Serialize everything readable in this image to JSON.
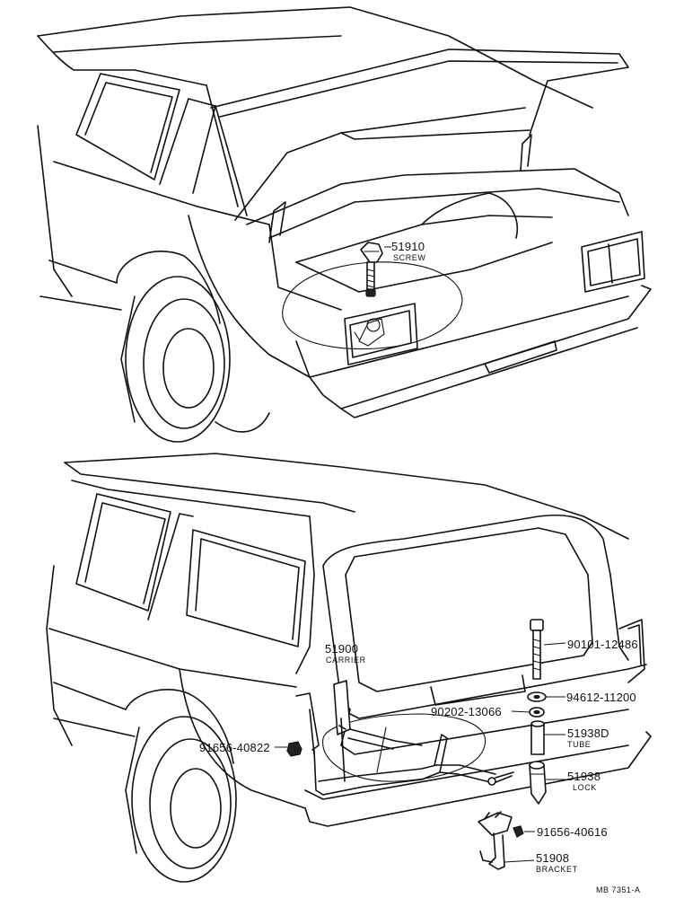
{
  "diagram": {
    "parts": [
      {
        "id": "screw",
        "number": "51910",
        "name": "SCREW"
      },
      {
        "id": "carrier",
        "number": "51900",
        "name": "CARRIER"
      },
      {
        "id": "bolt",
        "number": "90101-12486",
        "name": ""
      },
      {
        "id": "washer",
        "number": "94612-11200",
        "name": ""
      },
      {
        "id": "nut-top",
        "number": "90202-13066",
        "name": ""
      },
      {
        "id": "tube",
        "number": "51938D",
        "name": "TUBE"
      },
      {
        "id": "lock",
        "number": "51938",
        "name": "LOCK"
      },
      {
        "id": "nut-left",
        "number": "91656-40822",
        "name": ""
      },
      {
        "id": "nut-bracket",
        "number": "91656-40616",
        "name": ""
      },
      {
        "id": "bracket",
        "number": "51908",
        "name": "BRACKET"
      }
    ],
    "reference": "MB 7351-A"
  }
}
